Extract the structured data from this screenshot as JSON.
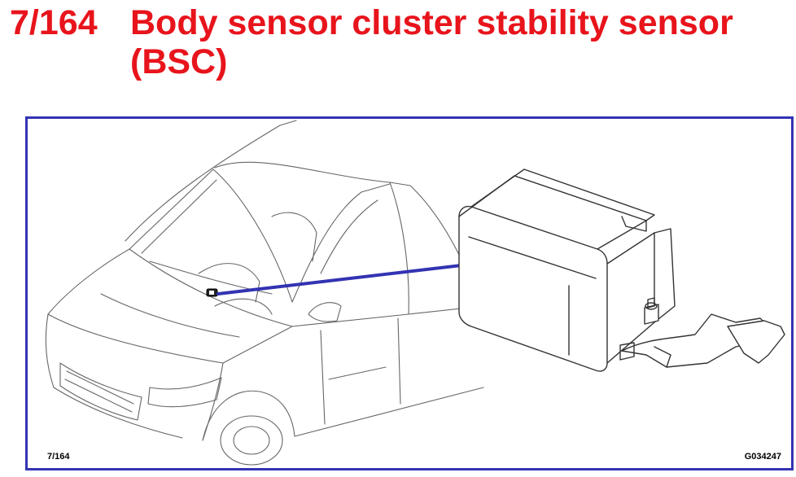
{
  "header": {
    "number": "7/164",
    "title": "Body sensor cluster stability sensor (BSC)"
  },
  "figure": {
    "page_ref": "7/164",
    "code": "G034247"
  },
  "colors": {
    "title": "#e8141c",
    "frame": "#3333b3",
    "leader": "#3333b3",
    "line_art": "#555555"
  },
  "icons": {
    "car": "car-icon",
    "sensor": "sensor-module-icon",
    "sensor_location": "sensor-location-marker"
  }
}
